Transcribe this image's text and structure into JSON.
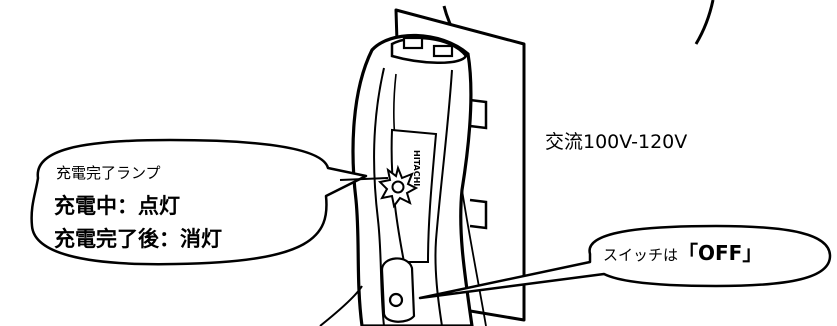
{
  "labels": {
    "voltage": "交流100V-120V",
    "lamp_title": "充電完了ランプ",
    "lamp_charging": "充電中：点灯",
    "lamp_done": "充電完了後：消灯",
    "switch_prefix": "スイッチは",
    "switch_open_bracket": "「",
    "switch_state": "OFF",
    "switch_close_bracket": "」"
  },
  "device_marking": "HITACHI",
  "colors": {
    "line": "#000000",
    "background": "#ffffff"
  }
}
